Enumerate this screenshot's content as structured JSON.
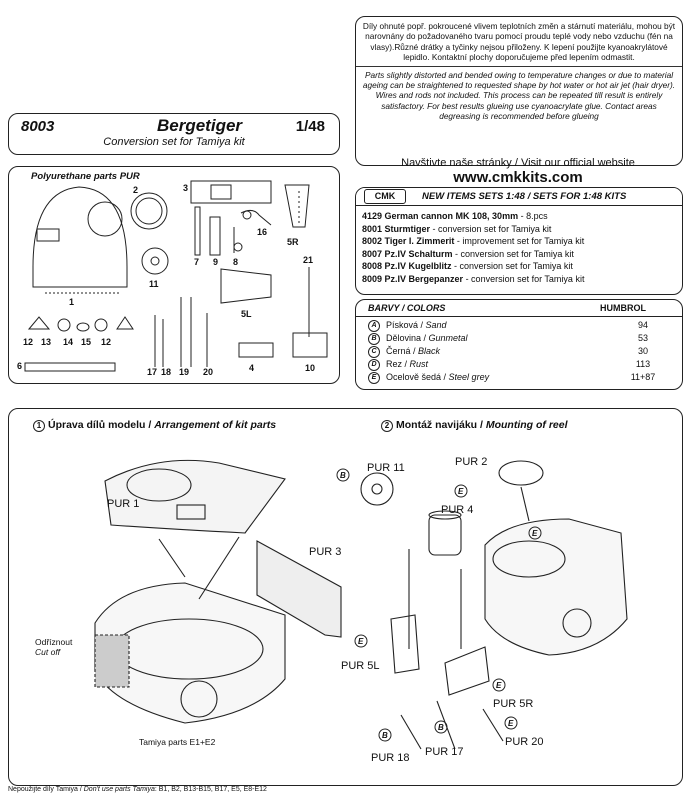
{
  "notice": {
    "cz": "Díly ohnuté popř. pokroucené vlivem teplotních změn a stárnutí materiálu, mohou být narovnány do požadovaného tvaru pomocí proudu teplé vody nebo vzduchu (fén na vlasy).Různé drátky a tyčinky nejsou přiloženy. K lepení použijte kyanoakrylátové lepidlo. Kontaktní plochy doporučujeme před lepením odmastit.",
    "en": "Parts slightly distorted and bended owing to temperature changes or due to material ageing can be straightened to requested shape by hot water or hot air jet (hair dryer). Wires and rods not included. This process can be repeated till result is entirely satisfactory. For best results glueing use cyanoacrylate glue. Contact areas degreasing is recommended before glueing"
  },
  "title": {
    "code": "8003",
    "name": "Bergetiger",
    "scale": "1/48",
    "subtitle": "Conversion set for Tamiya kit"
  },
  "website": {
    "line1": "Navštivte naše stránky / Visit our official website",
    "url": "www.cmkkits.com"
  },
  "parts": {
    "title": "Polyurethane parts PUR",
    "labels": [
      "1",
      "2",
      "3",
      "4",
      "5L",
      "5R",
      "6",
      "7",
      "8",
      "9",
      "10",
      "11",
      "12",
      "13",
      "14",
      "15",
      "12",
      "16",
      "17",
      "18",
      "19",
      "20",
      "21"
    ]
  },
  "new_items": {
    "logo": "CMK",
    "header": "NEW ITEMS SETS 1:48 / SETS FOR 1:48 KITS",
    "items": [
      {
        "bold": "4129 German cannon MK 108, 30mm",
        "rest": " - 8.pcs"
      },
      {
        "bold": "8001 Sturmtiger",
        "rest": " - conversion set for Tamiya kit"
      },
      {
        "bold": "8002 Tiger I. Zimmerit",
        "rest": " - improvement set for Tamiya kit"
      },
      {
        "bold": "8007 Pz.IV Schalturm",
        "rest": " - conversion set for Tamiya kit"
      },
      {
        "bold": "8008 Pz.IV Kugelblitz",
        "rest": " - conversion set for Tamiya kit"
      },
      {
        "bold": "8009 Pz.IV Bergepanzer",
        "rest": " - conversion set for Tamiya kit"
      }
    ]
  },
  "colors": {
    "header_left": "BARVY / COLORS",
    "header_right": "HUMBROL",
    "rows": [
      {
        "letter": "A",
        "cz": "Písková / ",
        "en": "Sand",
        "num": "94"
      },
      {
        "letter": "B",
        "cz": "Dělovina / ",
        "en": "Gunmetal",
        "num": "53"
      },
      {
        "letter": "C",
        "cz": "Černá / ",
        "en": "Black",
        "num": "30"
      },
      {
        "letter": "D",
        "cz": "Rez / ",
        "en": "Rust",
        "num": "113"
      },
      {
        "letter": "E",
        "cz": "Ocelově šedá / ",
        "en": "Steel grey",
        "num": "11+87"
      }
    ]
  },
  "section1": {
    "num": "1",
    "cz": "Úprava dílů modelu / ",
    "en": "Arrangement of kit parts"
  },
  "section2": {
    "num": "2",
    "cz": "Montáž navijáku / ",
    "en": "Mounting of reel"
  },
  "diagram_labels": {
    "pur1": "PUR 1",
    "pur3": "PUR 3",
    "cutoff_cz": "Odříznout",
    "cutoff_en": "Cut off",
    "tamiya": "Tamiya parts E1+E2",
    "pur11": "PUR 11",
    "pur4": "PUR 4",
    "pur2": "PUR 2",
    "pur5l": "PUR 5L",
    "pur5r": "PUR 5R",
    "pur18": "PUR 18",
    "pur17": "PUR 17",
    "pur20": "PUR 20",
    "b": "B",
    "e": "E"
  },
  "footer": {
    "cz": "Nepoužijte díly Tamiya / ",
    "en": "Don't use parts Tamiya",
    "rest": ": B1, B2, B13-B15, B17, E5, E8-E12"
  }
}
